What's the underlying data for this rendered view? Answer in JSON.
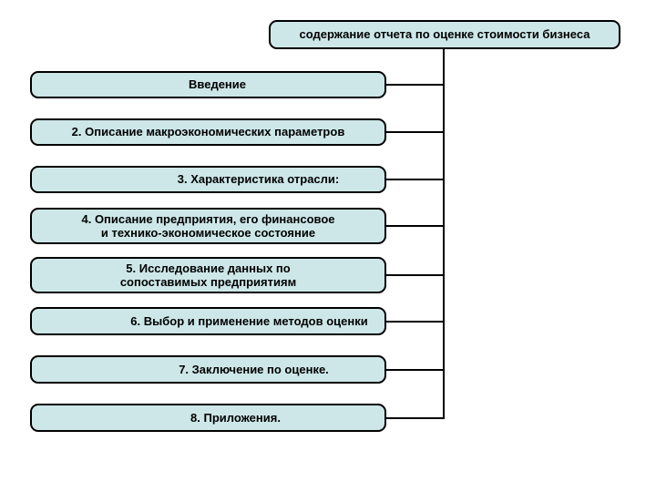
{
  "title": "содержание отчета по оценке стоимости бизнеса",
  "items": [
    {
      "label": "Введение"
    },
    {
      "label": "2. Описание макроэкономических параметров"
    },
    {
      "label": "3. Характеристика отрасли:"
    },
    {
      "label": "4. Описание предприятия, его финансовое\nи технико-экономическое состояние"
    },
    {
      "label": "5. Исследование данных по\nсопоставимых предприятиям"
    },
    {
      "label": "6. Выбор и применение методов оценки"
    },
    {
      "label": "7. Заключение по оценке."
    },
    {
      "label": "8. Приложения."
    }
  ],
  "colors": {
    "box_fill": "#cde7e8",
    "box_border": "#000000",
    "connector_line": "#000000",
    "background": "#ffffff",
    "text": "#000000"
  }
}
